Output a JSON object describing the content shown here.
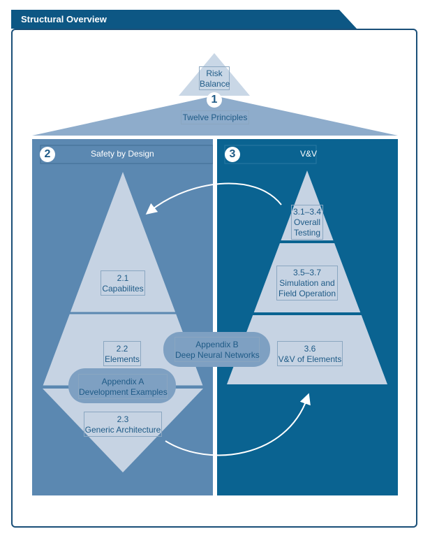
{
  "header": {
    "title": "Structural Overview"
  },
  "colors": {
    "header_bg": "#0d5784",
    "frame_border": "#1a4f78",
    "left_panel": "#5b88b1",
    "right_panel": "#0a6391",
    "roof": "#8eaccb",
    "pyramid": "#c6d3e3",
    "pill": "#7ea0c2",
    "label_text": "#1e5a86"
  },
  "roof": {
    "number": "1",
    "peak_label": "Risk\nBalance",
    "label": "Twelve Principles"
  },
  "left_panel": {
    "number": "2",
    "title": "Safety by Design",
    "sections": [
      {
        "text": "2.1\nCapabilites"
      },
      {
        "text": "2.2\nElements"
      },
      {
        "text": "2.3\nGeneric Architecture"
      }
    ],
    "appendix": {
      "text": "Appendix A\nDevelopment Examples"
    }
  },
  "right_panel": {
    "number": "3",
    "title": "V&V",
    "sections": [
      {
        "text": "3.1–3.4\nOverall\nTesting"
      },
      {
        "text": "3.5–3.7\nSimulation and\nField Operation"
      },
      {
        "text": "3.6\nV&V of Elements"
      }
    ]
  },
  "center": {
    "appendix": {
      "text": "Appendix B\nDeep Neural Networks"
    }
  }
}
